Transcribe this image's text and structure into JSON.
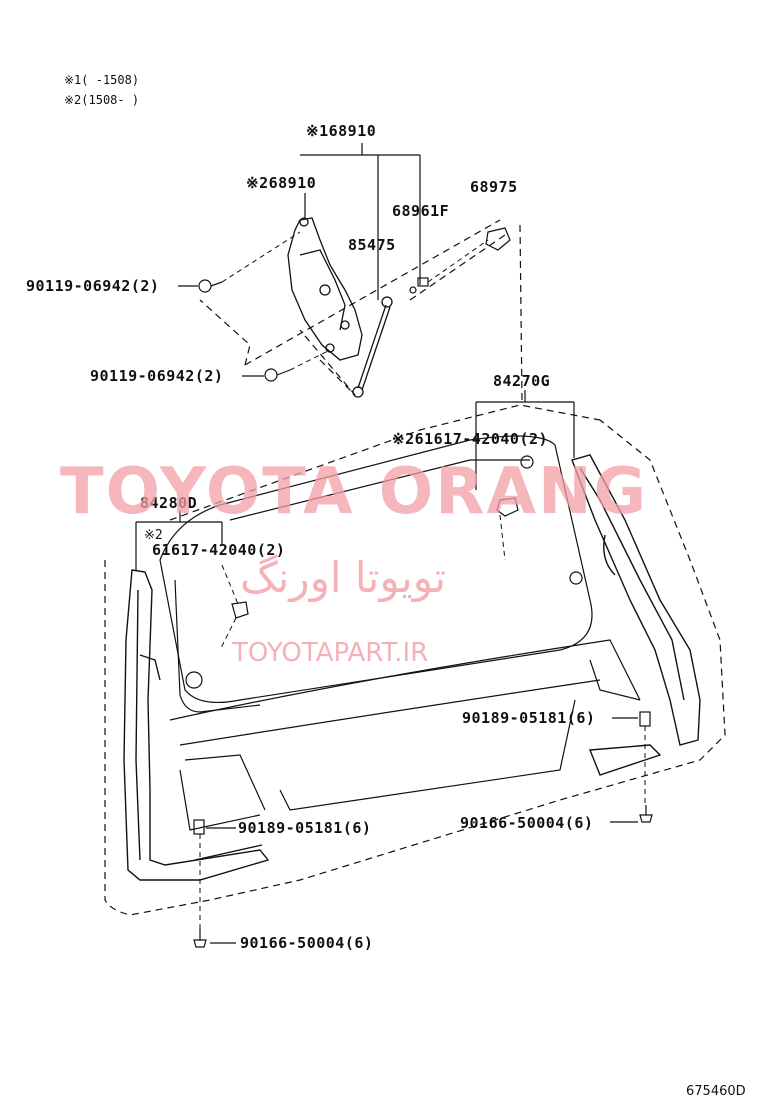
{
  "notes": {
    "n1": "※1(    -1508)",
    "n2": "※2(1508-    )"
  },
  "labels": {
    "p68910_1": "※168910",
    "p68910_2": "※268910",
    "p68961F": "68961F",
    "p85475": "85475",
    "p68975": "68975",
    "p90119_a": "90119-06942(2)",
    "p90119_b": "90119-06942(2)",
    "p84270G": "84270G",
    "p61617_r": "※261617-42040(2)",
    "p84280D": "84280D",
    "p61617_l_mark": "※2",
    "p61617_l": "61617-42040(2)",
    "p90189_r": "90189-05181(6)",
    "p90166_r": "90166-50004(6)",
    "p90189_l": "90189-05181(6)",
    "p90166_l": "90166-50004(6)"
  },
  "watermark": {
    "brand": "TOYOTA ORANG",
    "persian": "تویوتا اورنگ",
    "url": "TOYOTAPART.IR"
  },
  "diagram_code": "675460D",
  "colors": {
    "line": "#111111",
    "watermark": "#f2a0a6"
  }
}
